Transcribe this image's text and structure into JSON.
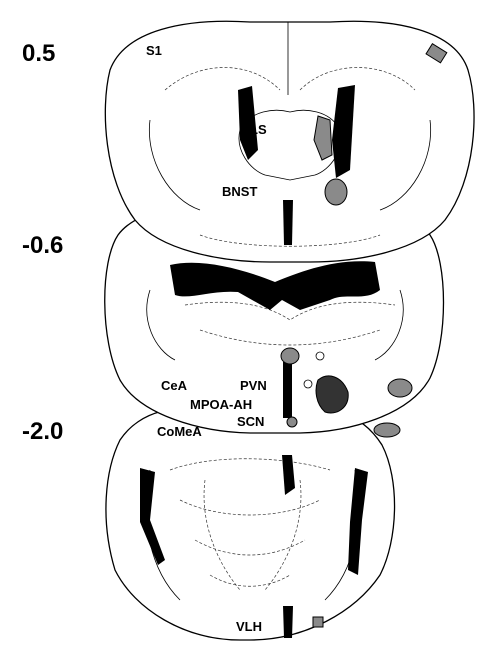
{
  "figure": {
    "levels": [
      {
        "label": "0.5"
      },
      {
        "label": "-0.6"
      },
      {
        "label": "-2.0"
      }
    ],
    "regions": {
      "s1": "S1",
      "ls": "LS",
      "bnst": "BNST",
      "cea": "CeA",
      "pvn": "PVN",
      "mpoa_ah": "MPOA-AH",
      "scn": "SCN",
      "comea": "CoMeA",
      "vlh": "VLH"
    },
    "colors": {
      "highlight": "#8a8a8a",
      "outline": "#000000",
      "background": "#ffffff"
    }
  }
}
